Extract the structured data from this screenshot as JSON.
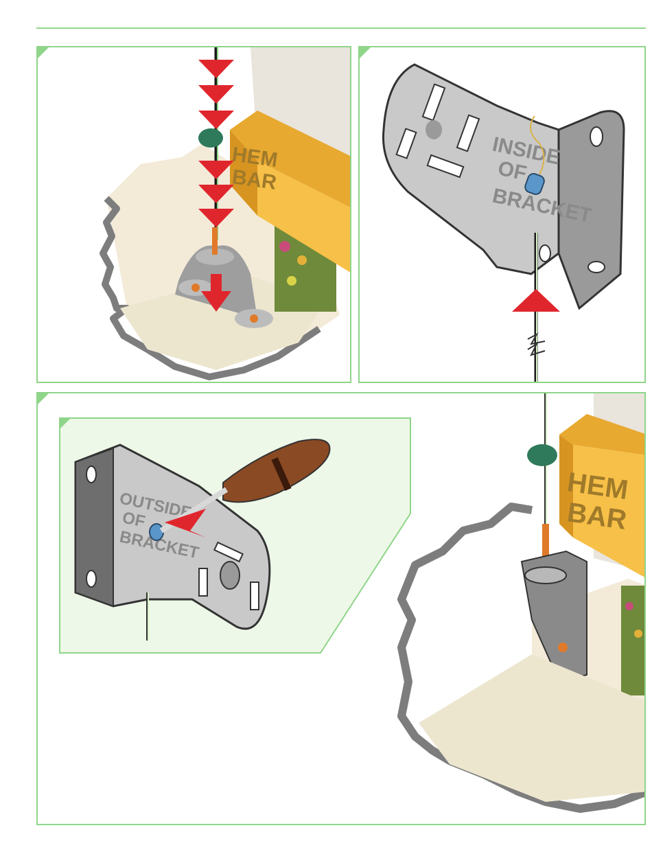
{
  "panels": {
    "top_left": {
      "hem_line1": "HEM",
      "hem_line2": "BAR"
    },
    "top_right": {
      "label_line1": "INSIDE",
      "label_line2": "OF",
      "label_line3": "BRACKET"
    },
    "bottom": {
      "inset_label_line1": "OUTSIDE",
      "inset_label_line2": "OF",
      "inset_label_line3": "BRACKET",
      "hem_line1": "HEM",
      "hem_line2": "BAR"
    }
  },
  "colors": {
    "frame": "#8fd58a",
    "arrow": "#e0262d",
    "hem_bar": "#f7c048",
    "bracket": "#c9c9c9",
    "cable_clip": "#2f7a5a",
    "inset_bg": "#eef8e8"
  }
}
